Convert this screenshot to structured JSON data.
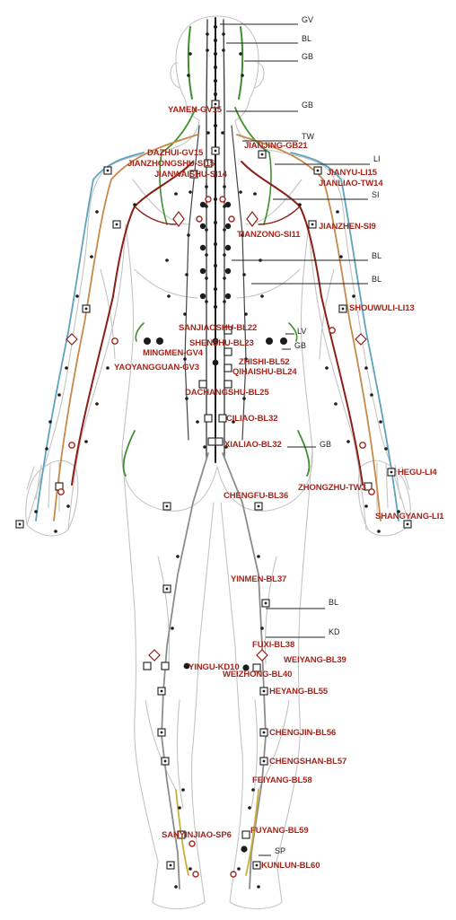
{
  "colors": {
    "point_label": "#a5261c",
    "meridian_label": "#222222",
    "body_outline": "#c4c4c4",
    "governing_vessel": "#1c1c1c",
    "gallbladder": "#3f8f2e",
    "small_intestine": "#8a1f16",
    "triple_warmer": "#c8894a",
    "large_intestine": "#5da3c0",
    "bladder": "#6d6d6d",
    "spleen": "#c9b035"
  },
  "figure": {
    "name": "human-back-view",
    "meridian_labels": {
      "gv": "GV",
      "bl_top": "BL",
      "gb_top": "GB",
      "gb_neck": "GB",
      "tw": "TW",
      "li": "LI",
      "si": "SI",
      "bl_back_1": "BL",
      "bl_back_2": "BL",
      "lv": "LV",
      "gb_waist": "GB",
      "gb_hip": "GB",
      "bl_leg": "BL",
      "kd": "KD",
      "sp": "SP"
    },
    "point_labels": {
      "yamen": "YAMEN-GV15",
      "dazhui": "DAZHUI-GV15",
      "jianjing": "JIANJING-GB21",
      "jianzhongshu": "JIANZHONGSHU-SI15",
      "jianyu": "JIANYU-LI15",
      "jianwaishu": "JIANWAISHU-SI14",
      "jianliao": "JIANLIAO-TW14",
      "jianzhen": "JIANZHEN-SI9",
      "tianzong": "TIANZONG-SI11",
      "shouwuli": "SHOUWULI-LI13",
      "sanjiaoshu": "SANJIAOSHU-BL22",
      "mingmen": "MINGMEN-GV4",
      "shenshu": "SHENSHU-BL23",
      "zhishi": "ZHISHI-BL52",
      "yaoyangguan": "YAOYANGGUAN-GV3",
      "qihaishu": "QIHAISHU-BL24",
      "dachangshu": "DACHANGSHU-BL25",
      "ciliao": "CILIAO-BL32",
      "xialiao": "XIALIAO-BL32",
      "hegu": "HEGU-LI4",
      "zhongzhu": "ZHONGZHU-TW3",
      "chengfu": "CHENGFU-BL36",
      "shangyang": "SHANGYANG-LI1",
      "yinmen": "YINMEN-BL37",
      "fuxi": "FUXI-BL38",
      "weiyang": "WEIYANG-BL39",
      "yingu": "YINGU-KD10",
      "weizhong": "WEIZHONG-BL40",
      "heyang": "HEYANG-BL55",
      "chengjin": "CHENGJIN-BL56",
      "chengshan": "CHENGSHAN-BL57",
      "feiyang": "FEIYANG-BL58",
      "sanyinjiao": "SANYINJIAO-SP6",
      "fuyang": "FUYANG-BL59",
      "kunlun": "KUNLUN-BL60"
    }
  }
}
